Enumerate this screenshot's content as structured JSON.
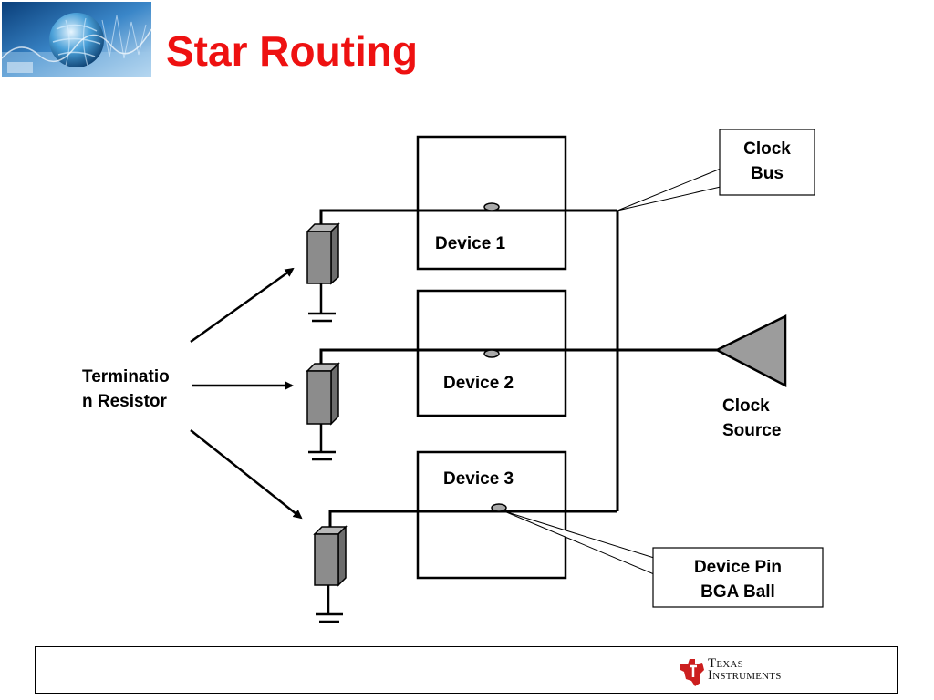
{
  "slide": {
    "title": "Star Routing"
  },
  "diagram": {
    "devices": [
      "Device 1",
      "Device 2",
      "Device 3"
    ],
    "clock_bus_label": [
      "Clock",
      "Bus"
    ],
    "clock_source_label": [
      "Clock",
      "Source"
    ],
    "device_pin_label": [
      "Device Pin",
      "BGA Ball"
    ],
    "termination_label": [
      "Terminatio",
      "n Resistor"
    ]
  },
  "footer": {
    "company_line1": "Texas",
    "company_line2": "Instruments"
  },
  "colors": {
    "title": "#ee1111",
    "resistor_fill": "#8c8c8c",
    "ti_red": "#cc1f1f"
  }
}
